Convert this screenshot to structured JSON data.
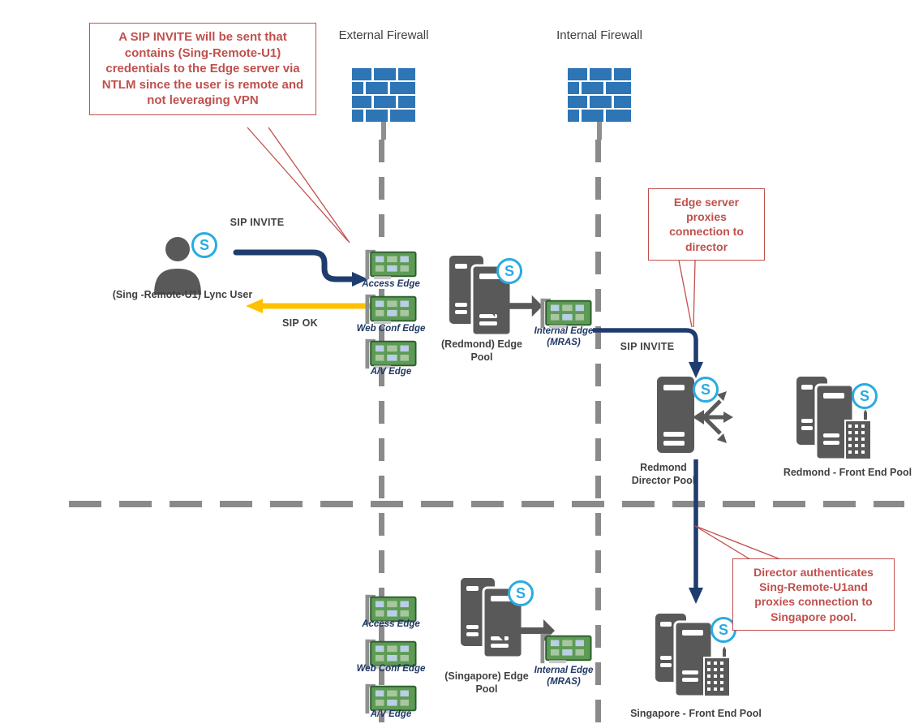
{
  "diagram": {
    "callouts": {
      "sip_note": "A SIP INVITE will be sent that contains (Sing-Remote-U1) credentials to the Edge server via NTLM since the user is remote and not leveraging VPN",
      "edge_proxy_note": "Edge server proxies connection to director",
      "director_note": "Director authenticates Sing-Remote-U1and proxies connection to Singapore pool."
    },
    "firewalls": {
      "external": "External Firewall",
      "internal": "Internal Firewall"
    },
    "flows": {
      "sip_invite_user": "SIP INVITE",
      "sip_ok": "SIP OK",
      "sip_invite_director": "SIP INVITE"
    },
    "user": {
      "label": "(Sing -Remote-U1) Lync User"
    },
    "redmond": {
      "access_edge": "Access Edge",
      "web_conf_edge": "Web Conf Edge",
      "av_edge": "A/V Edge",
      "edge_pool": "(Redmond) Edge Pool",
      "internal_edge": "Internal Edge (MRAS)",
      "director_pool": "Redmond Director Pool",
      "front_end_pool": "Redmond - Front End Pool"
    },
    "singapore": {
      "access_edge": "Access Edge",
      "web_conf_edge": "Web Conf Edge",
      "av_edge": "A/V Edge",
      "edge_pool": "(Singapore) Edge Pool",
      "internal_edge": "Internal Edge (MRAS)",
      "front_end_pool": "Singapore - Front End Pool"
    },
    "icons": {
      "skype_letter": "S"
    },
    "colors": {
      "callout_red": "#C0504D",
      "arrow_navy": "#1F3C6E",
      "arrow_yellow": "#FFC000",
      "firewall_blue": "#2E75B6",
      "server_gray": "#595959",
      "nic_green": "#5D9B55",
      "skype_blue": "#29ABE2",
      "dash_gray": "#8A8A8A",
      "label_dark": "#404040",
      "label_navy": "#1F3864"
    }
  }
}
